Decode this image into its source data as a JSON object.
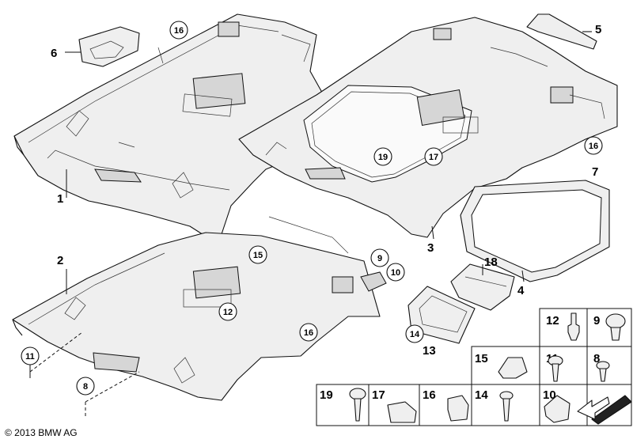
{
  "callouts": {
    "n1": "1",
    "n2": "2",
    "n3": "3",
    "n4": "4",
    "n5": "5",
    "n6": "6",
    "n7": "7",
    "c16a": "16",
    "c16b": "16",
    "c16c": "16",
    "c19": "19",
    "c17": "17",
    "c15": "15",
    "c9": "9",
    "c10": "10",
    "c12": "12",
    "c14": "14",
    "n13": "13",
    "n18": "18",
    "c11": "11",
    "c8": "8"
  },
  "grid": {
    "g12": "12",
    "g9": "9",
    "g15": "15",
    "g11": "11",
    "g8": "8",
    "g19": "19",
    "g17": "17",
    "g16": "16",
    "g14": "14",
    "g10": "10"
  },
  "copyright": "© 2013 BMW AG",
  "icons": [
    "headliner",
    "sunroof-seal",
    "bracket",
    "cover",
    "screw",
    "clip",
    "rivet",
    "foam-pad",
    "holder",
    "adhesive-tape-arrow"
  ]
}
